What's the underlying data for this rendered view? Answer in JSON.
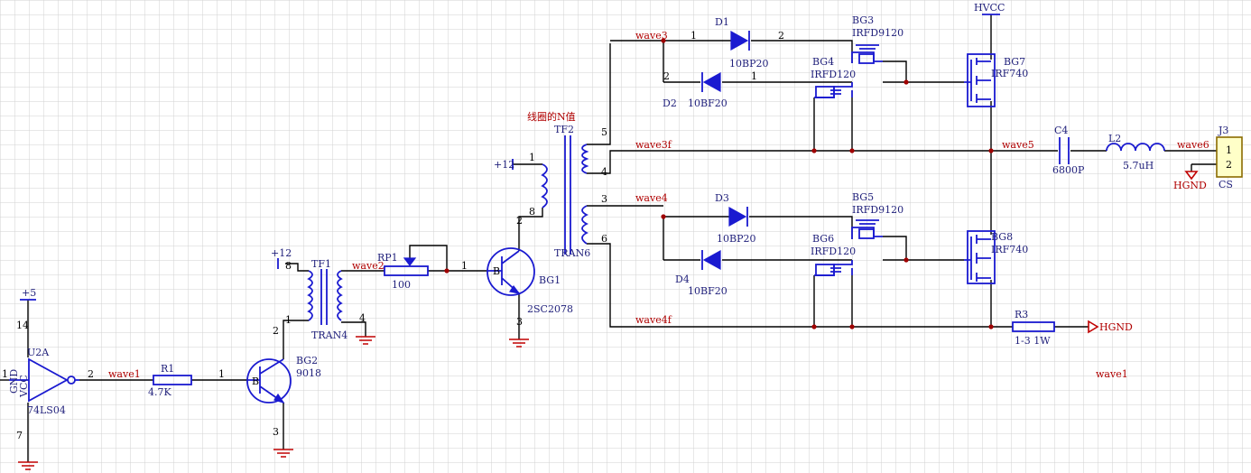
{
  "nets": {
    "wave1": "wave1",
    "wave1_right": "wave1",
    "wave2": "wave2",
    "wave3": "wave3",
    "wave3f": "wave3f",
    "wave4": "wave4",
    "wave4f": "wave4f",
    "wave5": "wave5",
    "wave6": "wave6",
    "hgnd": "HGND",
    "hgnd2": "HGND",
    "hvcc": "HVCC",
    "p12a": "+12",
    "p12b": "+12",
    "p5": "+5",
    "coil_note": "线圈的N值"
  },
  "components": {
    "u2a": {
      "ref": "U2A",
      "value": "74LS04",
      "inner": "GND",
      "inner2": "VCC"
    },
    "r1": {
      "ref": "R1",
      "value": "4.7K"
    },
    "bg2": {
      "ref": "BG2",
      "value": "9018"
    },
    "tf1": {
      "ref": "TF1",
      "value": "TRAN4"
    },
    "rp1": {
      "ref": "RP1",
      "value": "100"
    },
    "bg1": {
      "ref": "BG1",
      "value": "2SC2078"
    },
    "tf2": {
      "ref": "TF2",
      "value": "TRAN6"
    },
    "d1": {
      "ref": "D1",
      "value": "10BP20"
    },
    "d2": {
      "ref": "D2",
      "value": "10BF20"
    },
    "d3": {
      "ref": "D3",
      "value": "10BP20"
    },
    "d4": {
      "ref": "D4",
      "value": "10BF20"
    },
    "bg3": {
      "ref": "BG3",
      "value": "IRFD9120"
    },
    "bg4": {
      "ref": "BG4",
      "value": "IRFD120"
    },
    "bg5": {
      "ref": "BG5",
      "value": "IRFD9120"
    },
    "bg6": {
      "ref": "BG6",
      "value": "IRFD120"
    },
    "bg7": {
      "ref": "BG7",
      "value": "IRF740"
    },
    "bg8": {
      "ref": "BG8",
      "value": "IRF740"
    },
    "c4": {
      "ref": "C4",
      "value": "6800P"
    },
    "l2": {
      "ref": "L2",
      "value": "5.7uH"
    },
    "r3": {
      "ref": "R3",
      "value": "1-3 1W"
    },
    "j3": {
      "ref": "J3",
      "value": "CS",
      "pin1": "1",
      "pin2": "2"
    }
  },
  "pins": {
    "u_in": "1",
    "u_out": "2",
    "u_vcc": "14",
    "u_gnd": "7",
    "r1_b": "1",
    "bg2_c": "2",
    "bg2_e": "3",
    "bg2_b": "B",
    "tf1_p1": "8",
    "tf1_p2": "1",
    "tf1_s": "4",
    "rp1_out": "1",
    "bg1_c": "2",
    "bg1_e": "3",
    "bg1_b": "B",
    "tf2_p1": "1",
    "tf2_p2": "8",
    "tf2_s5": "5",
    "tf2_s4": "4",
    "tf2_s3": "3",
    "tf2_s6": "6",
    "d1_a": "1",
    "d1_k": "2",
    "d2_k": "2",
    "d2_a": "1"
  }
}
